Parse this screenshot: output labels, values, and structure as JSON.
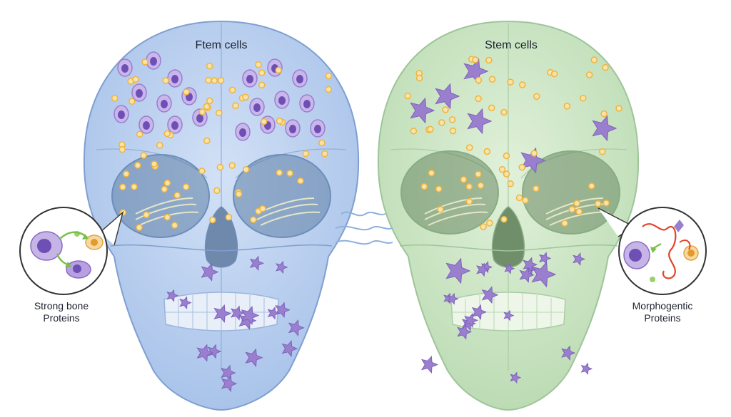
{
  "left_panel": {
    "title": "Ftem cells",
    "callout_caption_line1": "Strong bone",
    "callout_caption_line2": "Proteins",
    "skull_color": "#bcd3ef",
    "outline_color": "#7f9fd0"
  },
  "right_panel": {
    "title": "Stem cells",
    "callout_caption_line1": "Morphogentic",
    "callout_caption_line2": "Proteins",
    "skull_color": "#cfe8c8",
    "outline_color": "#9fc49a"
  },
  "colors": {
    "cell_purple": "#9a7fce",
    "cell_nucleus": "#6d4fb5",
    "dot_orange": "#f0b43c",
    "arrow_green": "#78c04a",
    "thread_red": "#e0442a"
  }
}
